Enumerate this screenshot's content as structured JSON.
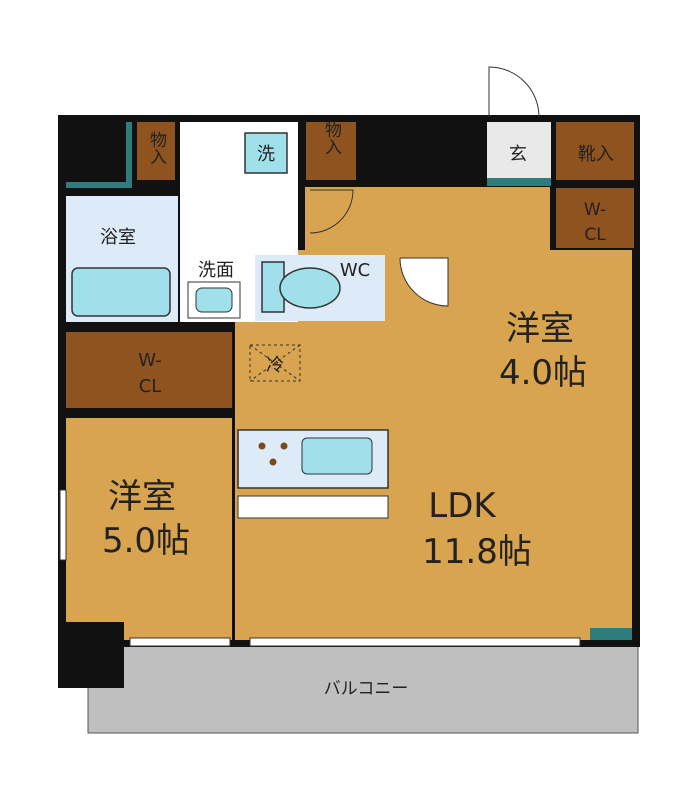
{
  "rooms": {
    "storage_left": "物入",
    "storage_center": "物入",
    "wash_machine": "洗",
    "bath": "浴室",
    "washroom": "洗面",
    "wc": "WC",
    "entrance": "玄",
    "shoe_storage": "靴入",
    "wcl_right_line1": "W-",
    "wcl_right_line2": "CL",
    "wcl_left_line1": "W-",
    "wcl_left_line2": "CL",
    "western_right_name": "洋室",
    "western_right_size": "4.0帖",
    "western_left_name": "洋室",
    "western_left_size": "5.0帖",
    "fridge": "冷",
    "ldk_name": "LDK",
    "ldk_size": "11.8帖",
    "balcony": "バルコニー"
  },
  "colors": {
    "room": "#d9a44f",
    "storage": "#8f531f",
    "wet": "#dcebf7",
    "fixture": "#9fe0ea",
    "wall": "#111111",
    "balcony": "#bfbfbf",
    "teal": "#2f7c7c"
  }
}
